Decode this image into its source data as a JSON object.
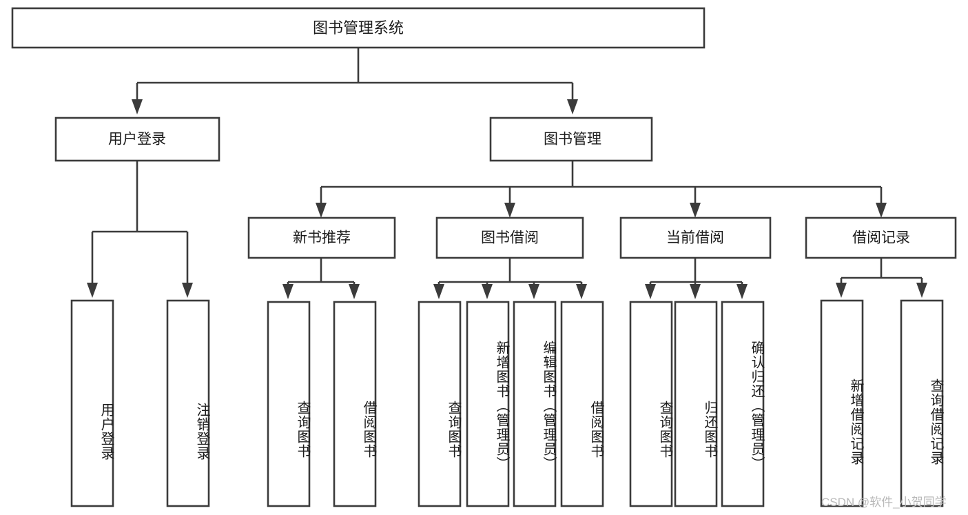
{
  "diagram": {
    "title": "图书管理系统",
    "type": "tree",
    "orientation": "top-down",
    "colors": {
      "box_fill": "#ffffff",
      "box_stroke": "#3b3b3b",
      "text": "#1c1c1c",
      "background": "#ffffff",
      "watermark": "#b9b9b9"
    },
    "root": {
      "label": "图书管理系统"
    },
    "level2": [
      {
        "label": "用户登录"
      },
      {
        "label": "图书管理"
      }
    ],
    "level3": [
      {
        "label": "新书推荐"
      },
      {
        "label": "图书借阅"
      },
      {
        "label": "当前借阅"
      },
      {
        "label": "借阅记录"
      }
    ],
    "leaves": {
      "user_login": [
        {
          "label": "用户登录"
        },
        {
          "label": "注销登录"
        }
      ],
      "new_book_recommend": [
        {
          "label": "查询图书"
        },
        {
          "label": "借阅图书"
        }
      ],
      "book_borrow": [
        {
          "label": "查询图书"
        },
        {
          "label": "新增图书（管理员）"
        },
        {
          "label": "编辑图书（管理员）"
        },
        {
          "label": "借阅图书"
        }
      ],
      "current_borrow": [
        {
          "label": "查询图书"
        },
        {
          "label": "归还图书"
        },
        {
          "label": "确认归还（管理员）"
        }
      ],
      "borrow_record": [
        {
          "label": "新增借阅记录"
        },
        {
          "label": "查询借阅记录"
        }
      ]
    }
  },
  "watermark": {
    "text": "CSDN @软件_小贺同学"
  }
}
